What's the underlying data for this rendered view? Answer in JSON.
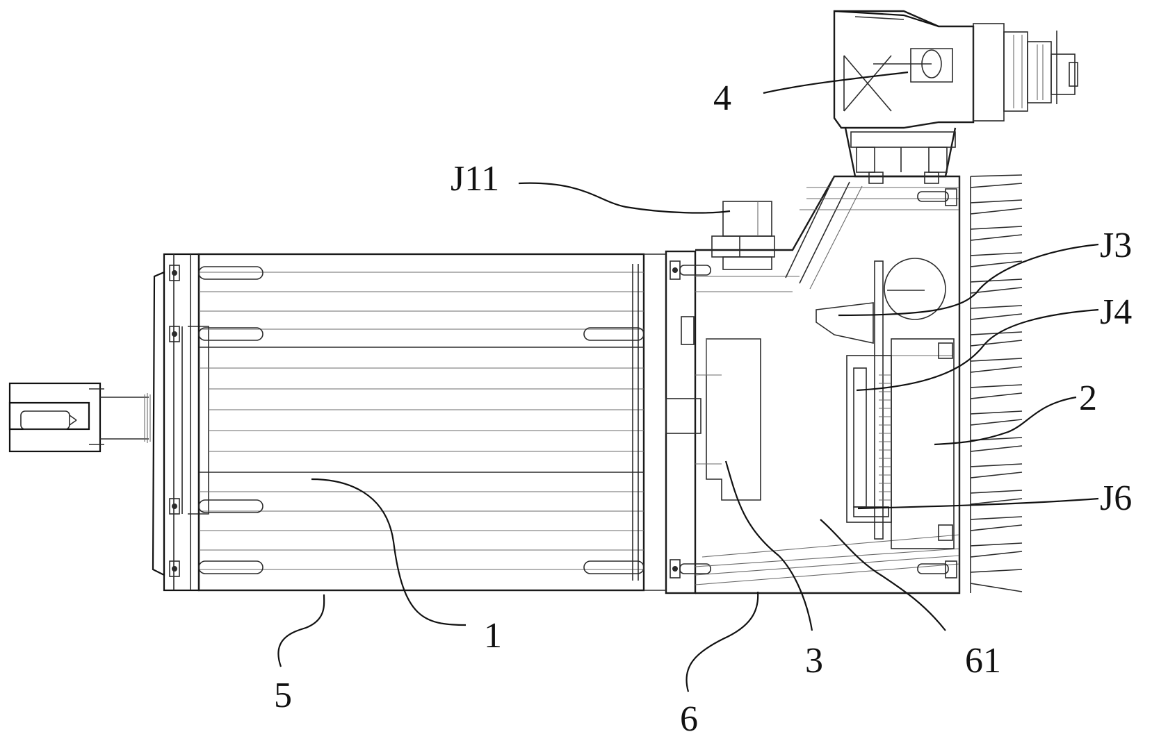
{
  "labels": {
    "l4": "4",
    "j11": "J11",
    "j3": "J3",
    "j4": "J4",
    "l2": "2",
    "j6": "J6",
    "l1": "1",
    "l5": "5",
    "l6": "6",
    "l3": "3",
    "l61": "61"
  }
}
